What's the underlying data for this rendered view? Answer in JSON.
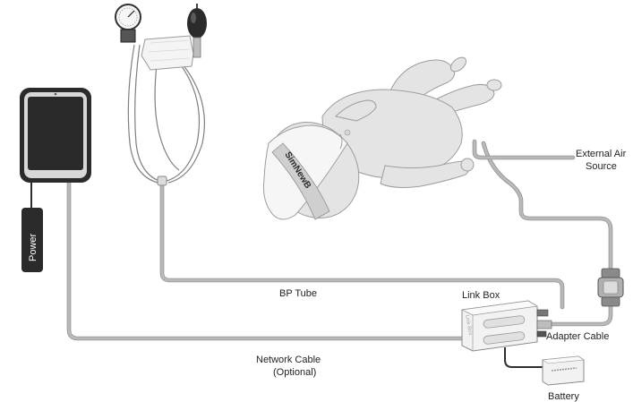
{
  "labels": {
    "power": "Power",
    "external_air_line1": "External Air",
    "external_air_line2": "Source",
    "bp_tube": "BP Tube",
    "link_box": "Link Box",
    "adapter_cable": "Adapter Cable",
    "network_cable_line1": "Network Cable",
    "network_cable_line2": "(Optional)",
    "battery": "Battery"
  },
  "device_text": {
    "hat_brand": "SimNewB",
    "link_box_side": "Link Box"
  },
  "colors": {
    "tube": "#b9b9b9",
    "device_dark": "#2b2b2b",
    "manikin": "#e4e4e4",
    "box": "#f2f2f2"
  }
}
